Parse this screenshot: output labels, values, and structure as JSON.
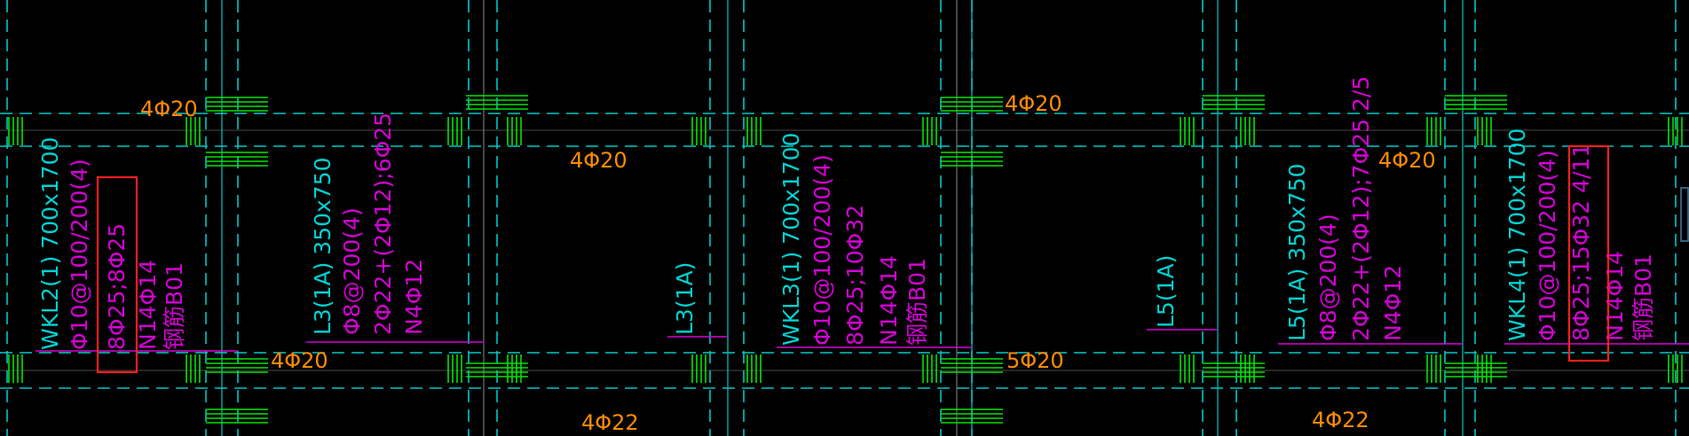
{
  "colors": {
    "background": "#000000",
    "axis_line": "#00c8c8",
    "column": "#00e600",
    "beam_text": "#00d2d2",
    "rebar_text": "#d600d6",
    "top_rebar_text": "#ff8c00",
    "highlight_box": "#ff1f1f",
    "leader_line": "#d600d6",
    "side_mark": "#3c78a0"
  },
  "top_rebar_labels": [
    "4Φ20",
    "4Φ20",
    "4Φ20",
    "4Φ20",
    "4Φ20",
    "5Φ20",
    "4Φ22",
    "4Φ22"
  ],
  "beams": [
    {
      "name": "WKL2(1) 700x1700",
      "lines": [
        "Φ10@100/200(4)",
        "8Φ25;8Φ25",
        "N14Φ14",
        "钢筋B01"
      ]
    },
    {
      "name": "L3(1A) 350x750",
      "lines": [
        "Φ8@200(4)",
        "2Φ22+(2Φ12);6Φ25",
        "N4Φ12"
      ]
    },
    {
      "name": "L3(1A)",
      "lines": []
    },
    {
      "name": "WKL3(1) 700x1700",
      "lines": [
        "Φ10@100/200(4)",
        "8Φ25;10Φ32",
        "N14Φ14",
        "钢筋B01"
      ]
    },
    {
      "name": "L5(1A)",
      "lines": []
    },
    {
      "name": "L5(1A) 350x750",
      "lines": [
        "Φ8@200(4)",
        "2Φ22+(2Φ12);7Φ25 2/5",
        "N4Φ12"
      ]
    },
    {
      "name": "WKL4(1) 700x1700",
      "lines": [
        "Φ10@100/200(4)",
        "8Φ25;15Φ32 4/11",
        "N14Φ14",
        "钢筋B01"
      ]
    }
  ]
}
